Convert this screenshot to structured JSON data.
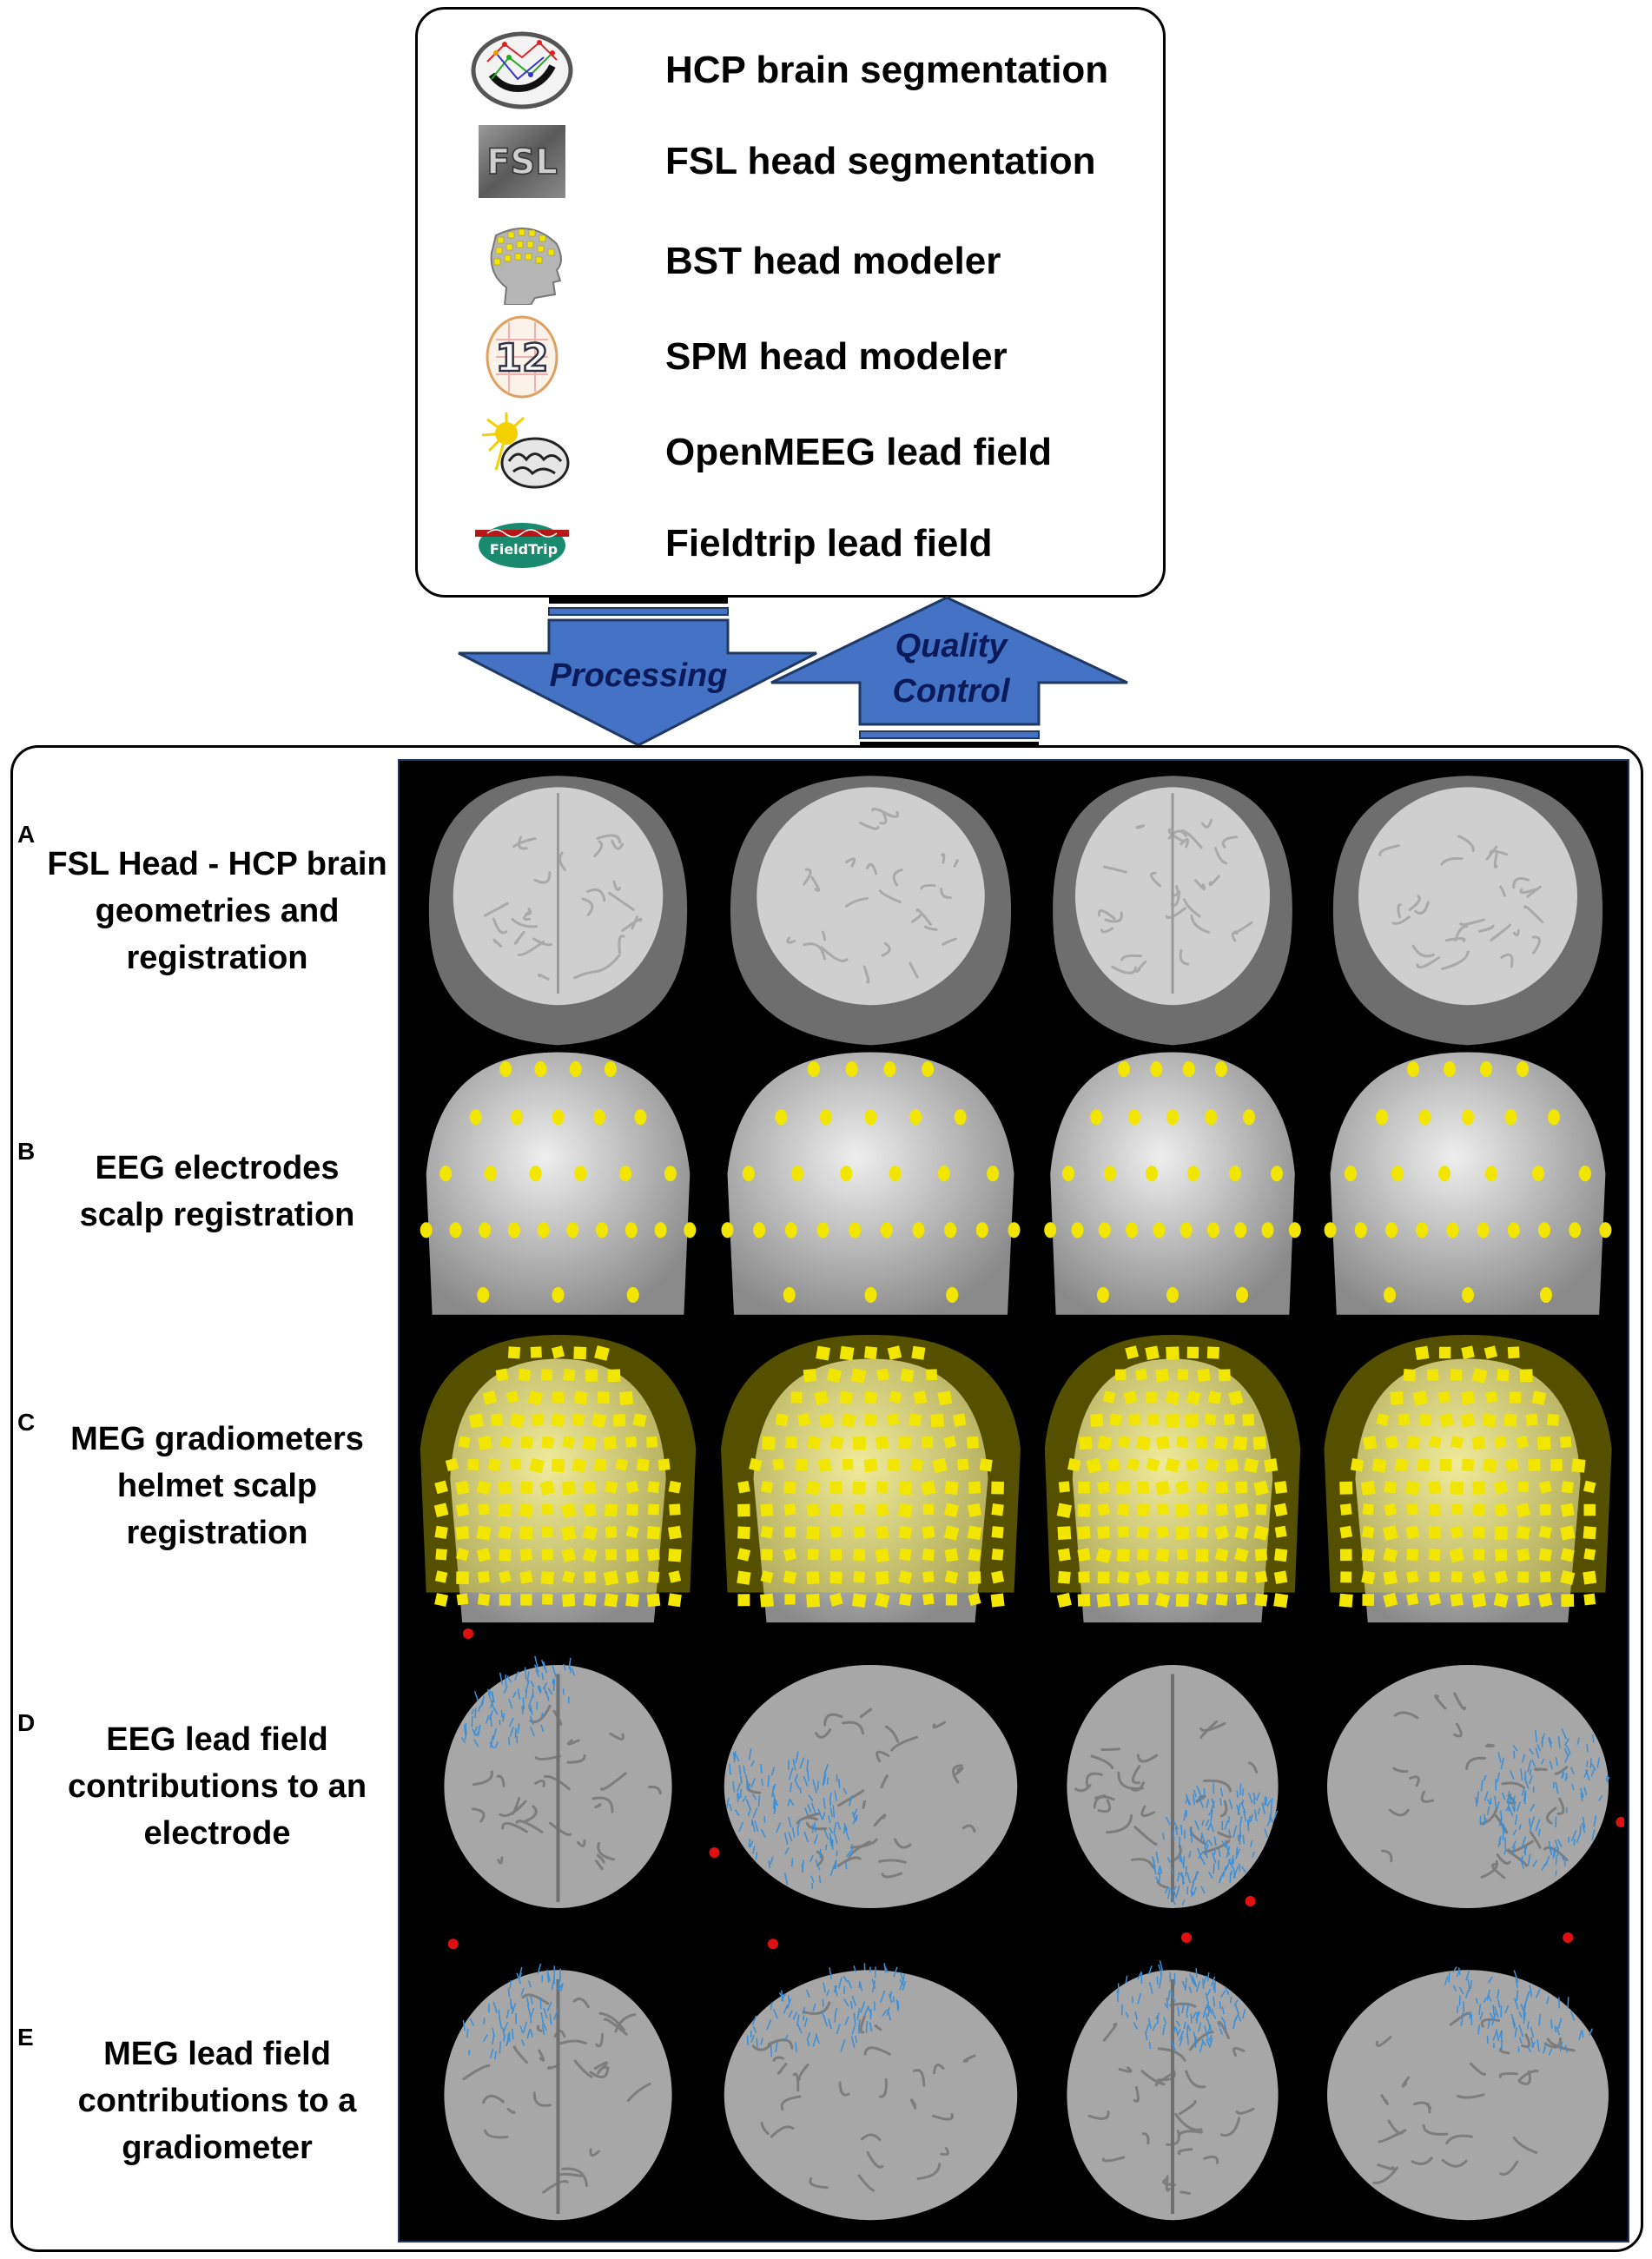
{
  "tools": [
    {
      "icon": "hcp-brain-icon",
      "label": "HCP brain segmentation"
    },
    {
      "icon": "fsl-icon",
      "icon_text": "FSL",
      "label": "FSL head segmentation"
    },
    {
      "icon": "bst-head-icon",
      "label": "BST head modeler"
    },
    {
      "icon": "spm-icon",
      "icon_text": "12",
      "label": "SPM head modeler"
    },
    {
      "icon": "openmeeg-sun-brain-icon",
      "label": "OpenMEEG lead field"
    },
    {
      "icon": "fieldtrip-icon",
      "icon_text": "FieldTrip",
      "label": "Fieldtrip lead field"
    }
  ],
  "arrows": {
    "processing": "Processing",
    "quality_control_1": "Quality",
    "quality_control_2": "Control"
  },
  "rows": [
    {
      "letter": "A",
      "label": "FSL Head - HCP brain geometries and registration",
      "kind": "head-brain"
    },
    {
      "letter": "B",
      "label": "EEG electrodes scalp registration",
      "kind": "eeg-electrodes"
    },
    {
      "letter": "C",
      "label": "MEG gradiometers helmet scalp registration",
      "kind": "meg-helmet"
    },
    {
      "letter": "D",
      "label": "EEG lead field contributions to an electrode",
      "kind": "eeg-leadfield"
    },
    {
      "letter": "E",
      "label": "MEG lead field contributions to a gradiometer",
      "kind": "meg-leadfield"
    }
  ],
  "colors": {
    "arrow_fill": "#4472c4",
    "arrow_stroke": "#1f3864",
    "electrode": "#f2e600",
    "field_lines": "#3a8fd9",
    "sensor_dot": "#e01010",
    "panel_bg": "#000000"
  }
}
